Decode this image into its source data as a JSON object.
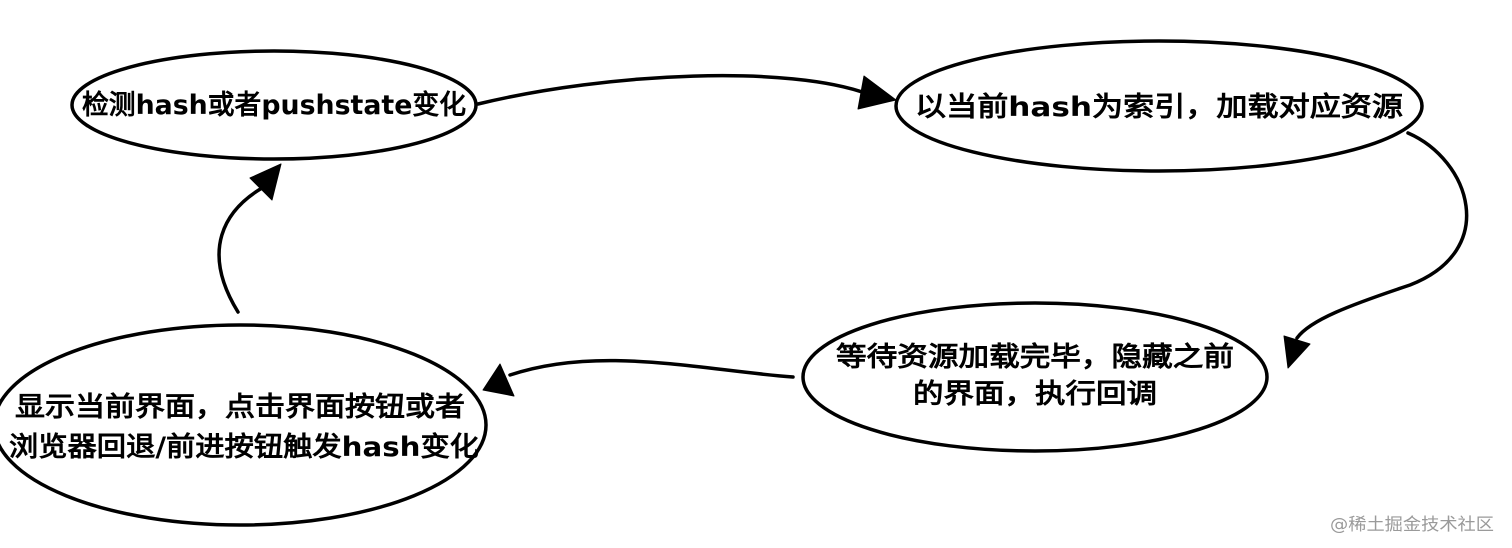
{
  "nodes": {
    "detect": {
      "lines": [
        "检测hash或者pushstate变化"
      ]
    },
    "load": {
      "lines": [
        "以当前hash为索引，加载对应资源"
      ]
    },
    "wait": {
      "lines": [
        "等待资源加载完毕，隐藏之前",
        "的界面，执行回调"
      ]
    },
    "display": {
      "lines": [
        "显示当前界面，点击界面按钮或者",
        "浏览器回退/前进按钮触发hash变化"
      ]
    }
  },
  "watermark": "@稀土掘金技术社区",
  "colors": {
    "stroke": "#000000",
    "fill": "#ffffff",
    "watermark": "#9a9a9a"
  }
}
